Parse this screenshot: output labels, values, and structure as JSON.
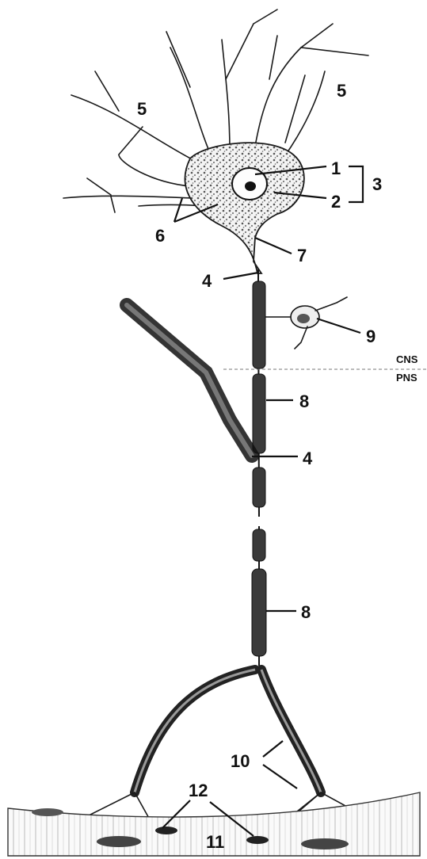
{
  "labels": {
    "nucleolus": "1",
    "nucleus": "2",
    "cell_body": "3",
    "node_upper": "4",
    "node_lower": "4",
    "dendrites_left": "5",
    "dendrites_right": "5",
    "nissl": "6",
    "axon_hillock": "7",
    "myelin_upper": "8",
    "myelin_lower": "8",
    "oligodendrocyte": "9",
    "schwann": "10",
    "muscle": "11",
    "end_plate": "12"
  },
  "boundary": {
    "cns": "CNS",
    "pns": "PNS"
  }
}
